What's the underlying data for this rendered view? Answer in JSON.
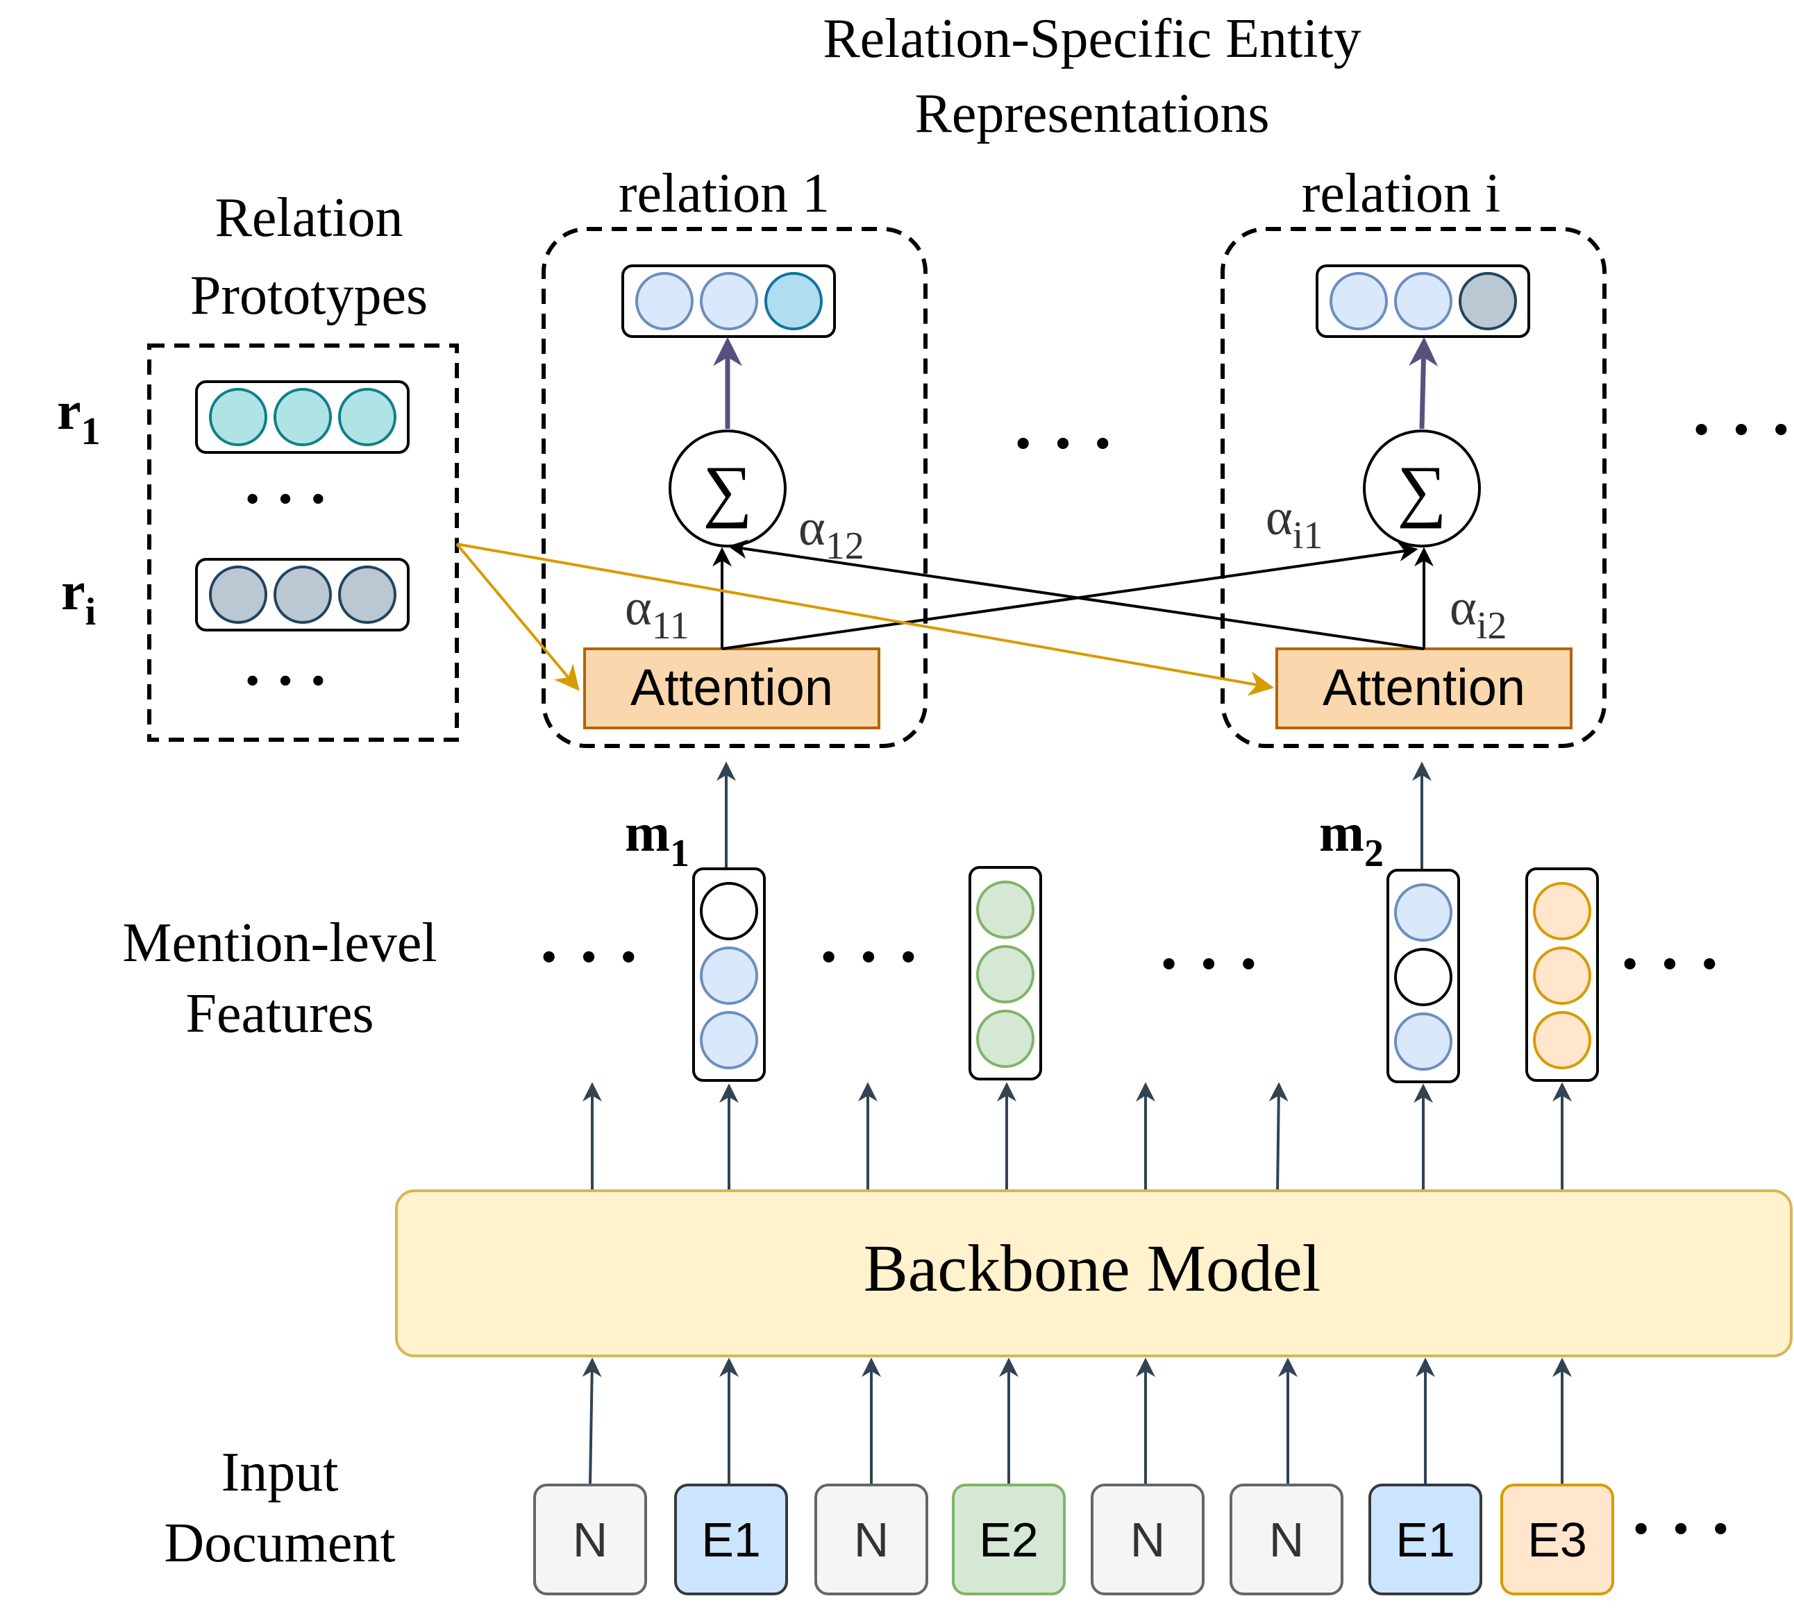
{
  "title_line1": "Relation-Specific Entity",
  "title_line2": "Representations",
  "relation_prototypes": {
    "label_line1": "Relation",
    "label_line2": "Prototypes",
    "r1_label": "r",
    "r1_sub": "1",
    "ri_label": "r",
    "ri_sub": "i",
    "ellipsis": "···"
  },
  "relation_1": {
    "label": "relation 1",
    "sum_symbol": "∑",
    "attention_label": "Attention",
    "alpha_in": "α",
    "alpha_in_sub": "11",
    "alpha_cross": "α",
    "alpha_cross_sub": "12"
  },
  "relation_i": {
    "label": "relation i",
    "sum_symbol": "∑",
    "attention_label": "Attention",
    "alpha_in": "α",
    "alpha_in_sub": "i2",
    "alpha_cross": "α",
    "alpha_cross_sub": "i1"
  },
  "mentions": {
    "m1_label": "m",
    "m1_sub": "1",
    "m2_label": "m",
    "m2_sub": "2",
    "features_line1": "Mention-level",
    "features_line2": "Features"
  },
  "backbone_label": "Backbone Model",
  "input": {
    "label_line1": "Input",
    "label_line2": "Document",
    "tokens": [
      "N",
      "E1",
      "N",
      "E2",
      "N",
      "N",
      "E1",
      "E3"
    ]
  },
  "ellipsis": "···",
  "colors": {
    "teal_fill": "#b0e3e6",
    "teal_stroke": "#0e8088",
    "gray_fill": "#bac8d3",
    "gray_stroke": "#23445d",
    "blue_fill": "#dae8fc",
    "blue_stroke": "#6c8ebf",
    "green_fill": "#d5e8d4",
    "green_stroke": "#82b366",
    "orange_fill": "#ffe6cc",
    "orange_stroke": "#d79b00",
    "attention_fill": "#fad7ac",
    "attention_stroke": "#b46504",
    "backbone_fill": "#fff2cc",
    "backbone_stroke": "#d6b656",
    "token_n_fill": "#f5f5f5",
    "token_n_stroke": "#666666",
    "accent_arrow": "#56517e",
    "gold_arrow": "#d79b00",
    "arrow_dark": "#314354"
  }
}
